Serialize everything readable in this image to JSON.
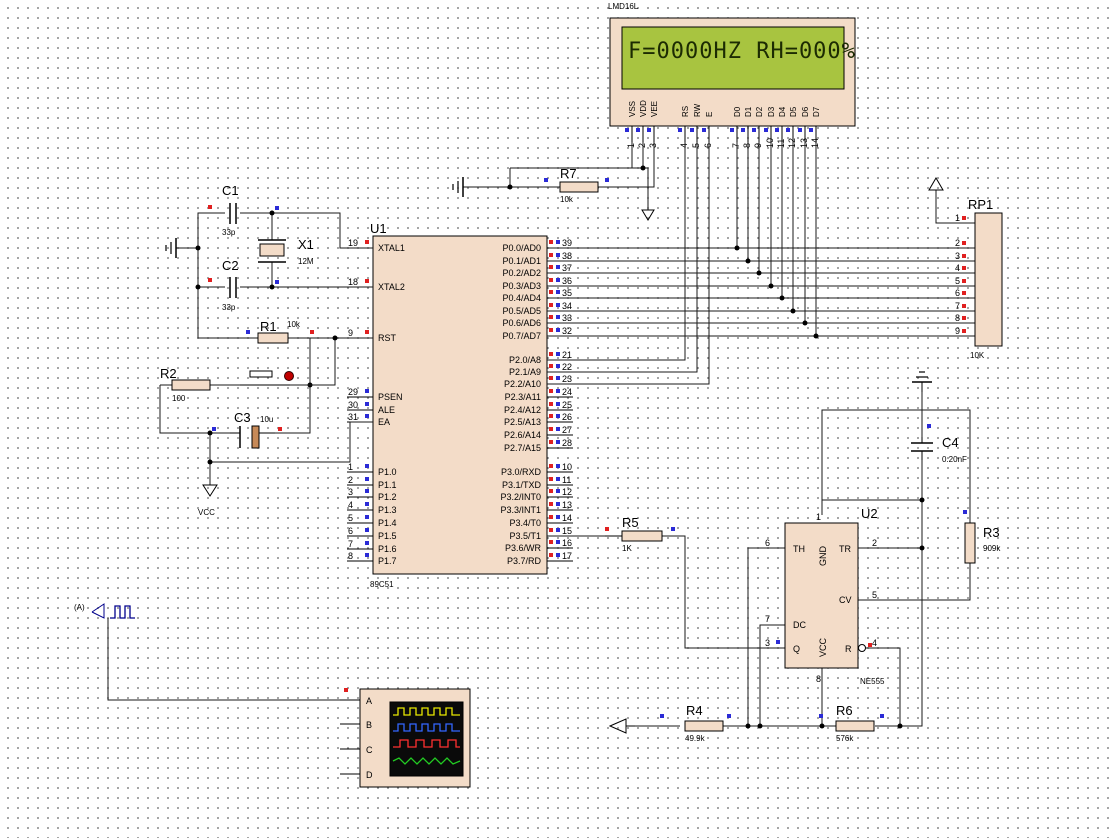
{
  "lcd": {
    "part": "LMD16L",
    "display": "F=0000HZ RH=000%",
    "pins": [
      "VSS",
      "VDD",
      "VEE",
      "RS",
      "RW",
      "E",
      "D0",
      "D1",
      "D2",
      "D3",
      "D4",
      "D5",
      "D6",
      "D7"
    ],
    "pin_numbers": [
      "1",
      "2",
      "3",
      "4",
      "5",
      "6",
      "7",
      "8",
      "9",
      "10",
      "11",
      "12",
      "13",
      "14"
    ],
    "screen_color": "#a8c440"
  },
  "u1": {
    "ref": "U1",
    "part": "89C51",
    "left_pins": [
      {
        "num": "19",
        "name": "XTAL1"
      },
      {
        "num": "18",
        "name": "XTAL2"
      },
      {
        "num": "9",
        "name": "RST"
      },
      {
        "num": "29",
        "name": "PSEN"
      },
      {
        "num": "30",
        "name": "ALE"
      },
      {
        "num": "31",
        "name": "EA"
      },
      {
        "num": "1",
        "name": "P1.0"
      },
      {
        "num": "2",
        "name": "P1.1"
      },
      {
        "num": "3",
        "name": "P1.2"
      },
      {
        "num": "4",
        "name": "P1.3"
      },
      {
        "num": "5",
        "name": "P1.4"
      },
      {
        "num": "6",
        "name": "P1.5"
      },
      {
        "num": "7",
        "name": "P1.6"
      },
      {
        "num": "8",
        "name": "P1.7"
      }
    ],
    "right_pins": [
      {
        "num": "39",
        "name": "P0.0/AD0"
      },
      {
        "num": "38",
        "name": "P0.1/AD1"
      },
      {
        "num": "37",
        "name": "P0.2/AD2"
      },
      {
        "num": "36",
        "name": "P0.3/AD3"
      },
      {
        "num": "35",
        "name": "P0.4/AD4"
      },
      {
        "num": "34",
        "name": "P0.5/AD5"
      },
      {
        "num": "33",
        "name": "P0.6/AD6"
      },
      {
        "num": "32",
        "name": "P0.7/AD7"
      },
      {
        "num": "21",
        "name": "P2.0/A8"
      },
      {
        "num": "22",
        "name": "P2.1/A9"
      },
      {
        "num": "23",
        "name": "P2.2/A10"
      },
      {
        "num": "24",
        "name": "P2.3/A11"
      },
      {
        "num": "25",
        "name": "P2.4/A12"
      },
      {
        "num": "26",
        "name": "P2.5/A13"
      },
      {
        "num": "27",
        "name": "P2.6/A14"
      },
      {
        "num": "28",
        "name": "P2.7/A15"
      },
      {
        "num": "10",
        "name": "P3.0/RXD"
      },
      {
        "num": "11",
        "name": "P3.1/TXD"
      },
      {
        "num": "12",
        "name": "P3.2/INT0"
      },
      {
        "num": "13",
        "name": "P3.3/INT1"
      },
      {
        "num": "14",
        "name": "P3.4/T0"
      },
      {
        "num": "15",
        "name": "P3.5/T1"
      },
      {
        "num": "16",
        "name": "P3.6/WR"
      },
      {
        "num": "17",
        "name": "P3.7/RD"
      }
    ]
  },
  "components": {
    "c1": {
      "ref": "C1",
      "value": "33p"
    },
    "c2": {
      "ref": "C2",
      "value": "33p"
    },
    "x1": {
      "ref": "X1",
      "value": "12M"
    },
    "r1": {
      "ref": "R1",
      "value": "10k"
    },
    "r2": {
      "ref": "R2",
      "value": "100"
    },
    "c3": {
      "ref": "C3",
      "value": "10u"
    },
    "r7": {
      "ref": "R7",
      "value": "10k"
    },
    "r5": {
      "ref": "R5",
      "value": "1K"
    },
    "r3": {
      "ref": "R3",
      "value": "909k"
    },
    "r4": {
      "ref": "R4",
      "value": "49.9k"
    },
    "r6": {
      "ref": "R6",
      "value": "576k"
    },
    "c4": {
      "ref": "C4",
      "value": "0.20nF"
    },
    "rp1": {
      "ref": "RP1",
      "value": "10K",
      "pins": [
        "1",
        "2",
        "3",
        "4",
        "5",
        "6",
        "7",
        "8",
        "9"
      ]
    },
    "vcc": {
      "label": "VCC"
    }
  },
  "u2": {
    "ref": "U2",
    "part": "NE555",
    "pins": {
      "th": {
        "name": "TH",
        "num": "6"
      },
      "gnd": {
        "name": "GND",
        "num": "1"
      },
      "tr": {
        "name": "TR",
        "num": "2"
      },
      "cv": {
        "name": "CV",
        "num": "5"
      },
      "dc": {
        "name": "DC",
        "num": "7"
      },
      "q": {
        "name": "Q",
        "num": "3"
      },
      "vcc": {
        "name": "VCC",
        "num": "8"
      },
      "r": {
        "name": "R",
        "num": "4"
      }
    }
  },
  "generator": {
    "label": "(A)"
  },
  "scope": {
    "channels": [
      "A",
      "B",
      "C",
      "D"
    ],
    "trace_colors": [
      "#e8e800",
      "#3366ff",
      "#ff3030",
      "#22cc22"
    ]
  }
}
